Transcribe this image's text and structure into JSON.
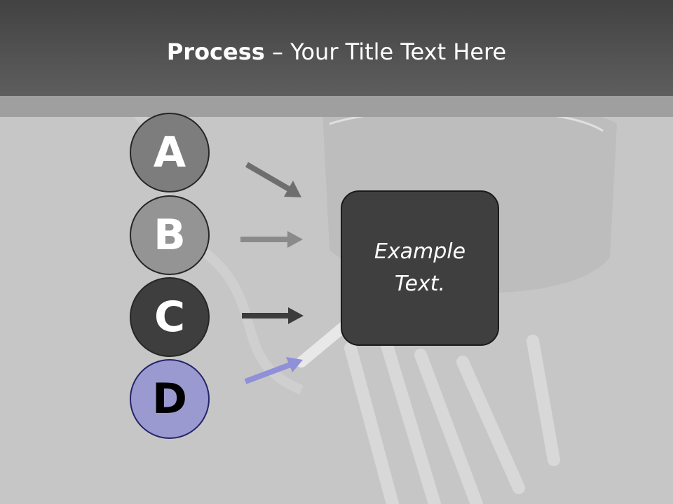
{
  "header": {
    "title_bold": "Process",
    "title_rest": " – Your Title Text Here"
  },
  "steps": [
    {
      "label": "A",
      "fill": "#7d7d7d",
      "text_color": "#ffffff",
      "arrow_color": "#6e6e6e"
    },
    {
      "label": "B",
      "fill": "#949494",
      "text_color": "#ffffff",
      "arrow_color": "#8a8a8a"
    },
    {
      "label": "C",
      "fill": "#3e3e3e",
      "text_color": "#ffffff",
      "arrow_color": "#3c3c3c"
    },
    {
      "label": "D",
      "fill": "#9a9ad0",
      "text_color": "#000000",
      "arrow_color": "#9090d8"
    }
  ],
  "box": {
    "text": "Example Text."
  },
  "colors": {
    "header_bg": "#4d4d4d",
    "band": "#9f9f9f",
    "background": "#c6c6c6",
    "box_bg": "#3f3f3f"
  }
}
